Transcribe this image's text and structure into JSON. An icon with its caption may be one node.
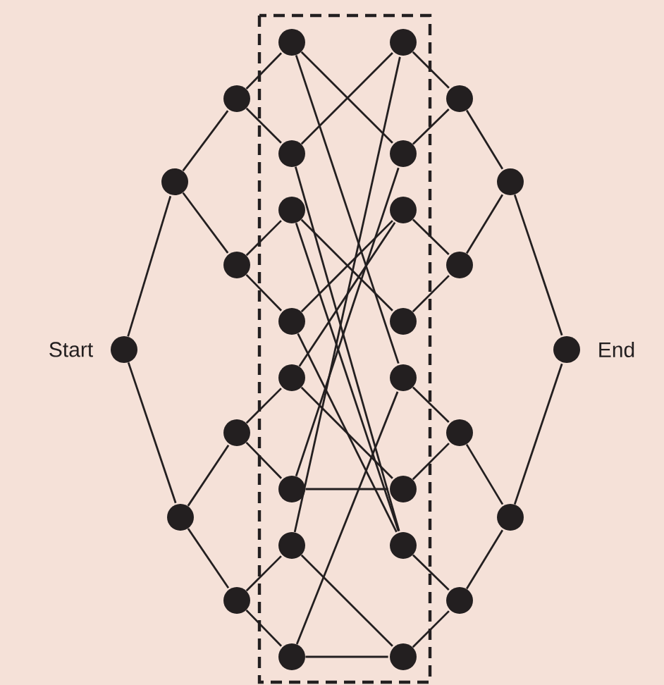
{
  "diagram": {
    "nodes": [
      {
        "text": [],
        "shape": "circle",
        "beside": [
          "Start"
        ]
      },
      {
        "text": [],
        "shape": "circle"
      },
      {
        "text": [],
        "shape": "circle"
      },
      {
        "text": [],
        "shape": "circle"
      },
      {
        "text": [],
        "shape": "circle"
      },
      {
        "text": [],
        "shape": "circle"
      },
      {
        "text": [],
        "shape": "circle"
      },
      {
        "text": [],
        "shape": "circle"
      },
      {
        "text": [],
        "shape": "circle"
      },
      {
        "text": [],
        "shape": "circle"
      },
      {
        "text": [],
        "shape": "circle"
      },
      {
        "text": [],
        "shape": "circle"
      },
      {
        "text": [],
        "shape": "circle"
      },
      {
        "text": [],
        "shape": "circle"
      },
      {
        "text": [],
        "shape": "circle"
      },
      {
        "text": [],
        "shape": "circle"
      },
      {
        "text": [],
        "shape": "circle"
      },
      {
        "text": [],
        "shape": "circle"
      },
      {
        "text": [],
        "shape": "circle"
      },
      {
        "text": [],
        "shape": "circle"
      },
      {
        "text": [],
        "shape": "circle"
      },
      {
        "text": [],
        "shape": "circle"
      },
      {
        "text": [],
        "shape": "circle"
      },
      {
        "text": [],
        "shape": "circle"
      },
      {
        "text": [],
        "shape": "circle"
      },
      {
        "text": [],
        "shape": "circle"
      },
      {
        "text": [],
        "shape": "circle"
      },
      {
        "text": [],
        "shape": "circle"
      },
      {
        "text": [],
        "shape": "circle"
      },
      {
        "text": [],
        "shape": "circle",
        "beside": [
          "End"
        ]
      }
    ],
    "edges": [
      {
        "from": 0,
        "to": 1,
        "arrow": "none"
      },
      {
        "from": 0,
        "to": 2,
        "arrow": "none"
      },
      {
        "from": 1,
        "to": 3,
        "arrow": "none"
      },
      {
        "from": 1,
        "to": 4,
        "arrow": "none"
      },
      {
        "from": 2,
        "to": 5,
        "arrow": "none"
      },
      {
        "from": 2,
        "to": 6,
        "arrow": "none"
      },
      {
        "from": 3,
        "to": 7,
        "arrow": "none"
      },
      {
        "from": 3,
        "to": 8,
        "arrow": "none"
      },
      {
        "from": 4,
        "to": 9,
        "arrow": "none"
      },
      {
        "from": 4,
        "to": 10,
        "arrow": "none"
      },
      {
        "from": 5,
        "to": 11,
        "arrow": "none"
      },
      {
        "from": 5,
        "to": 12,
        "arrow": "none"
      },
      {
        "from": 6,
        "to": 13,
        "arrow": "none"
      },
      {
        "from": 6,
        "to": 14,
        "arrow": "none"
      },
      {
        "from": 7,
        "to": 16,
        "arrow": "none"
      },
      {
        "from": 7,
        "to": 19,
        "arrow": "none"
      },
      {
        "from": 8,
        "to": 15,
        "arrow": "none"
      },
      {
        "from": 8,
        "to": 21,
        "arrow": "none"
      },
      {
        "from": 9,
        "to": 21,
        "arrow": "none"
      },
      {
        "from": 9,
        "to": 18,
        "arrow": "none"
      },
      {
        "from": 10,
        "to": 17,
        "arrow": "none"
      },
      {
        "from": 10,
        "to": 21,
        "arrow": "none"
      },
      {
        "from": 11,
        "to": 20,
        "arrow": "none"
      },
      {
        "from": 11,
        "to": 17,
        "arrow": "none"
      },
      {
        "from": 12,
        "to": 20,
        "arrow": "none"
      },
      {
        "from": 12,
        "to": 16,
        "arrow": "none"
      },
      {
        "from": 13,
        "to": 15,
        "arrow": "none"
      },
      {
        "from": 13,
        "to": 22,
        "arrow": "none"
      },
      {
        "from": 14,
        "to": 22,
        "arrow": "none"
      },
      {
        "from": 14,
        "to": 19,
        "arrow": "none"
      },
      {
        "from": 15,
        "to": 23,
        "arrow": "none"
      },
      {
        "from": 16,
        "to": 23,
        "arrow": "none"
      },
      {
        "from": 17,
        "to": 24,
        "arrow": "none"
      },
      {
        "from": 18,
        "to": 24,
        "arrow": "none"
      },
      {
        "from": 19,
        "to": 25,
        "arrow": "none"
      },
      {
        "from": 20,
        "to": 25,
        "arrow": "none"
      },
      {
        "from": 21,
        "to": 26,
        "arrow": "none"
      },
      {
        "from": 22,
        "to": 26,
        "arrow": "none"
      },
      {
        "from": 23,
        "to": 27,
        "arrow": "none"
      },
      {
        "from": 24,
        "to": 27,
        "arrow": "none"
      },
      {
        "from": 25,
        "to": 28,
        "arrow": "none"
      },
      {
        "from": 26,
        "to": 28,
        "arrow": "none"
      },
      {
        "from": 27,
        "to": 29,
        "arrow": "none"
      },
      {
        "from": 28,
        "to": 29,
        "arrow": "none"
      }
    ]
  }
}
